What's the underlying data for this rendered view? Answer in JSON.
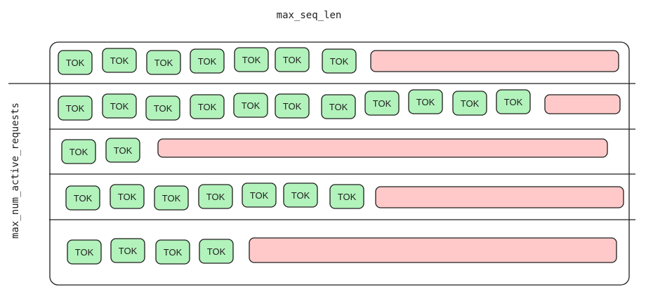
{
  "top_label": "max_seq_len",
  "side_label": "max_num_active_requests",
  "token_label": "TOK",
  "colors": {
    "token_fill": "#b2f2bb",
    "padding_fill": "#ffc9c9",
    "stroke": "#1e1e1e",
    "background": "#ffffff"
  },
  "rows": [
    {
      "tokens": 7,
      "has_padding": true
    },
    {
      "tokens": 11,
      "has_padding": true
    },
    {
      "tokens": 2,
      "has_padding": true
    },
    {
      "tokens": 7,
      "has_padding": true
    },
    {
      "tokens": 4,
      "has_padding": true
    }
  ]
}
